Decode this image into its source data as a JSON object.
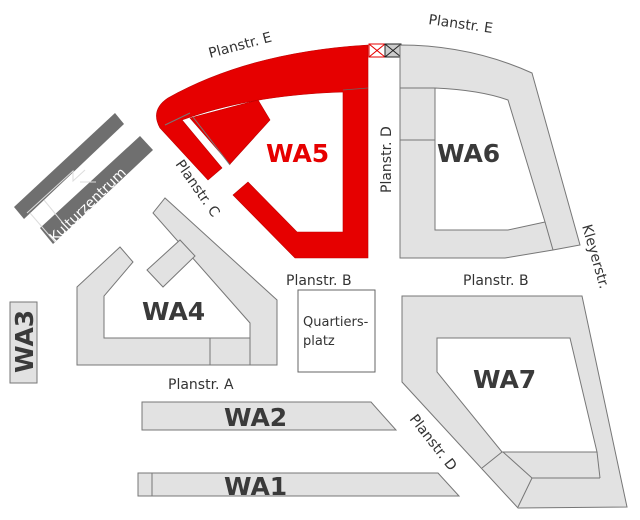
{
  "areas": {
    "wa1": "WA1",
    "wa2": "WA2",
    "wa3": "WA3",
    "wa4": "WA4",
    "wa5": "WA5",
    "wa6": "WA6",
    "wa7": "WA7"
  },
  "highlighted_area": "WA5",
  "colors": {
    "highlight": "#e60000",
    "plot": "#e2e2e2",
    "culture": "#6f6f6f"
  },
  "streets": {
    "planstr_e_left": "Planstr. E",
    "planstr_e_right": "Planstr. E",
    "planstr_d_upper": "Planstr. D",
    "planstr_d_lower": "Planstr. D",
    "planstr_c": "Planstr. C",
    "planstr_b_left": "Planstr. B",
    "planstr_b_right": "Planstr. B",
    "planstr_a": "Planstr. A",
    "kleyerstr": "Kleyerstr."
  },
  "places": {
    "kulturzentrum": "Kulturzentrum",
    "quartiersplatz_line1": "Quartiers-",
    "quartiersplatz_line2": "platz"
  }
}
